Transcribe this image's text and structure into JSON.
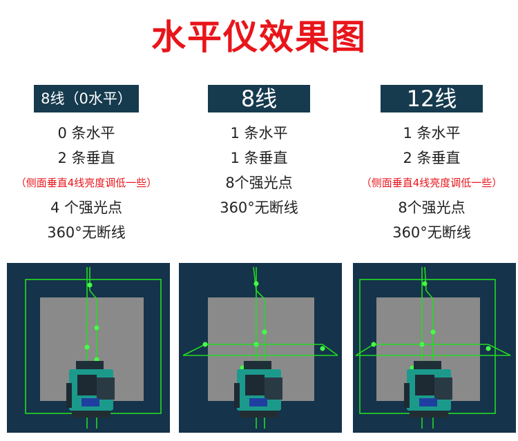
{
  "title": "水平仪效果图",
  "columns": [
    {
      "badge": "8线（0水平）",
      "lines": [
        "0 条水平",
        "2 条垂直"
      ],
      "note": "（侧面垂直4线亮度调低一些）",
      "lines2": [
        "4 个强光点",
        "360°无断线"
      ]
    },
    {
      "badge": "8线",
      "lines": [
        "1 条水平",
        "1 条垂直",
        "8个强光点",
        "360°无断线"
      ]
    },
    {
      "badge": "12线",
      "lines": [
        "1 条水平",
        "2 条垂直"
      ],
      "note": "（侧面垂直4线亮度调低一些）",
      "lines2": [
        "8个强光点",
        "360°无断线"
      ]
    }
  ],
  "colors": {
    "title": "#e8151b",
    "badge_bg": "#163a4e",
    "panel_bg": "#15334a",
    "wall": "#8a8a8a",
    "laser": "#22dd22"
  }
}
